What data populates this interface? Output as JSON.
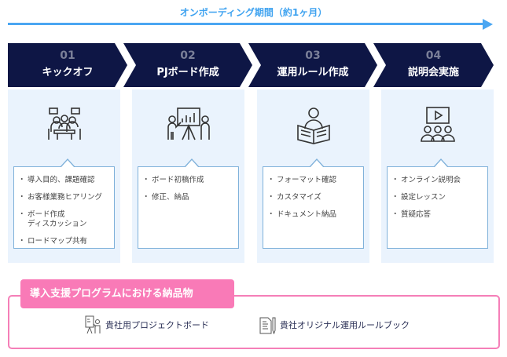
{
  "period_label": "オンボーディング期間（約1ヶ月）",
  "steps": [
    {
      "num": "01",
      "title": "キックオフ",
      "icon": "meeting-icon",
      "items": [
        "導入目的、課題確認",
        "お客様業務ヒアリング",
        "ボード作成\nディスカッション",
        "ロードマップ共有"
      ]
    },
    {
      "num": "02",
      "title": "PJボード作成",
      "icon": "presentation-board-icon",
      "items": [
        "ボード初稿作成",
        "修正、納品"
      ]
    },
    {
      "num": "03",
      "title": "運用ルール作成",
      "icon": "reading-book-icon",
      "items": [
        "フォーマット確認",
        "カスタマイズ",
        "ドキュメント納品"
      ]
    },
    {
      "num": "04",
      "title": "説明会実施",
      "icon": "video-seminar-icon",
      "items": [
        "オンライン説明会",
        "設定レッスン",
        "質疑応答"
      ]
    }
  ],
  "deliverables": {
    "title": "導入支援プログラムにおける納品物",
    "items": [
      {
        "label": "貴社用プロジェクトボード",
        "icon": "presenter-board-icon"
      },
      {
        "label": "貴社オリジナル運用ルールブック",
        "icon": "document-pen-icon"
      }
    ]
  },
  "colors": {
    "accent": "#4aa6f2",
    "navy": "#0e1645",
    "pink": "#f97ab7",
    "panel": "#eaf3fd"
  }
}
